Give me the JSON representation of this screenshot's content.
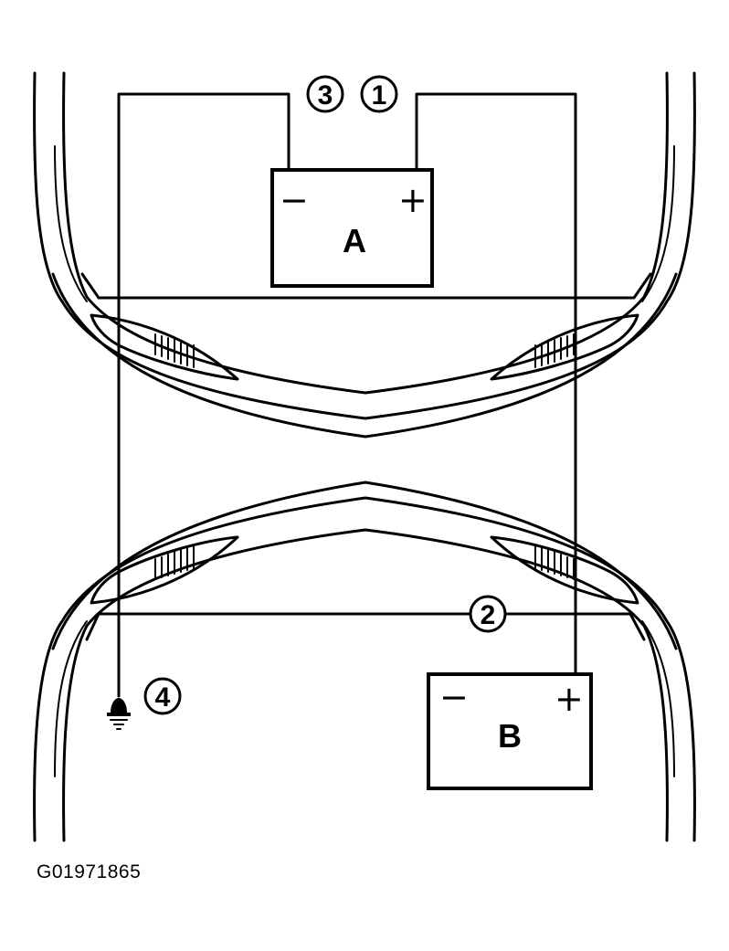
{
  "battery_a": {
    "label": "A",
    "negative": "−",
    "positive": "+"
  },
  "battery_b": {
    "label": "B",
    "negative": "−",
    "positive": "+"
  },
  "callouts": {
    "c1": "1",
    "c2": "2",
    "c3": "3",
    "c4": "4"
  },
  "figure_code": "G01971865",
  "ground_icon": "ground-symbol-icon"
}
